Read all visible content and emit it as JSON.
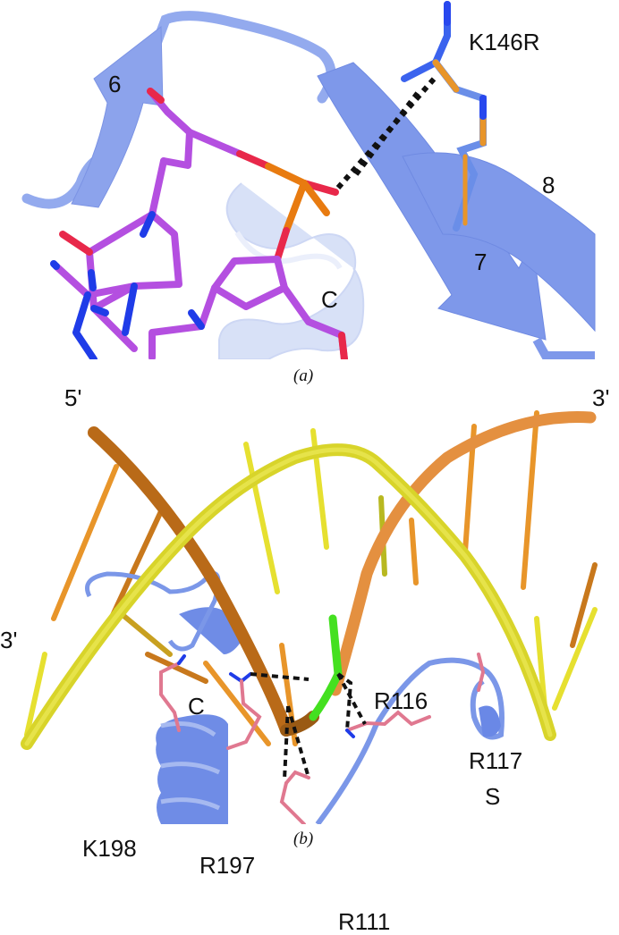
{
  "figure": {
    "panels": [
      {
        "id": "a",
        "caption": "(a)",
        "labels": {
          "strand6": "6",
          "strand7": "7",
          "strand8": "8",
          "helixC": "C",
          "mutation": "K146R"
        }
      },
      {
        "id": "b",
        "caption": "(b)",
        "labels": {
          "five_prime": "5'",
          "three_prime_top": "3'",
          "three_prime_left": "3'",
          "helixC": "C",
          "strandS": "S",
          "r116": "R116",
          "r117": "R117",
          "k198": "K198",
          "r197": "R197",
          "r111": "R111"
        }
      }
    ],
    "colors": {
      "protein_cartoon": "#7b97e8",
      "protein_light": "#aec0ef",
      "nucleotide_carbon": "#b44fe0",
      "oxygen": "#e8284a",
      "nitrogen": "#1f3ce8",
      "phosphorus": "#e87b10",
      "arg_carbon": "#e07890",
      "dna_strand1": "#c8781c",
      "dna_strand2": "#e6e030",
      "dna_strand1_light": "#f0a050",
      "highlight_green": "#44e020",
      "hbond": "#111111"
    }
  }
}
